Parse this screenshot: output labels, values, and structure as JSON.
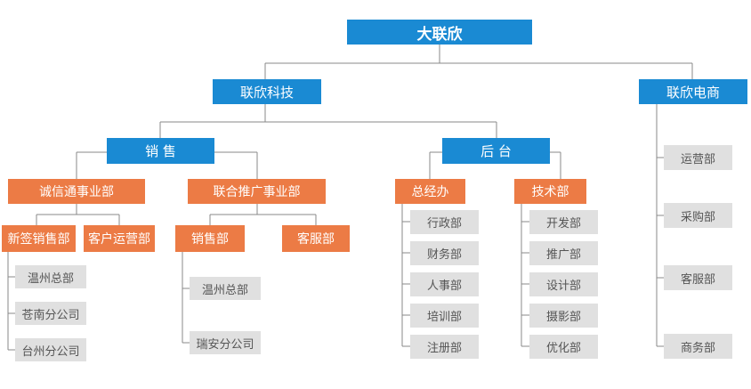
{
  "org_chart": {
    "root": "大联欣",
    "branches": {
      "tech": "联欣科技",
      "ecommerce": "联欣电商"
    },
    "sales": {
      "label": "销 售",
      "divisions": {
        "chengxin": {
          "label": "诚信通事业部",
          "children": [
            "新签销售部",
            "客户运营部"
          ],
          "xinqian_children": [
            "温州总部",
            "苍南分公司",
            "台州分公司"
          ]
        },
        "lianhe": {
          "label": "联合推广事业部",
          "children": [
            "销售部",
            "客服部"
          ],
          "sales_children": [
            "温州总部",
            "瑞安分公司"
          ]
        }
      }
    },
    "backend": {
      "label": "后 台",
      "general_office": {
        "label": "总经办",
        "children": [
          "行政部",
          "财务部",
          "人事部",
          "培训部",
          "注册部"
        ]
      },
      "tech_dept": {
        "label": "技术部",
        "children": [
          "开发部",
          "推广部",
          "设计部",
          "摄影部",
          "优化部"
        ]
      }
    },
    "ecommerce_children": [
      "运营部",
      "采购部",
      "客服部",
      "商务部"
    ]
  },
  "colors": {
    "blue": "#1a8ad3",
    "orange": "#ec7b45",
    "gray": "#e0e0e0",
    "line": "#888888"
  }
}
